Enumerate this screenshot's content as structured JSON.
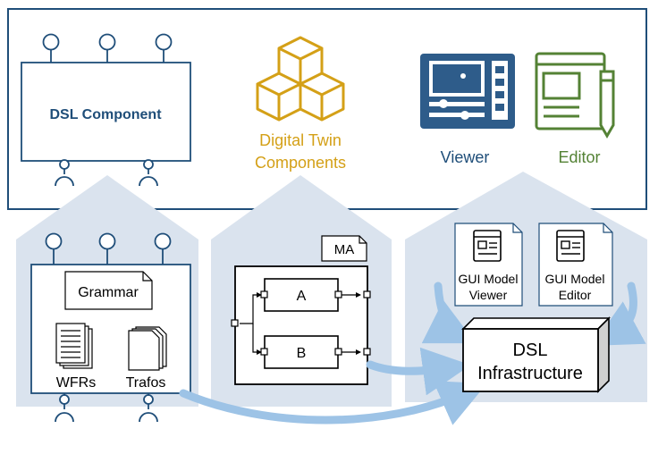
{
  "top_panel": {
    "dsl_component": "DSL Component",
    "digital_twin_line1": "Digital Twin",
    "digital_twin_line2": "Components",
    "viewer": "Viewer",
    "editor": "Editor"
  },
  "left_house": {
    "grammar": "Grammar",
    "wfrs": "WFRs",
    "trafos": "Trafos"
  },
  "middle_house": {
    "ma": "MA",
    "a": "A",
    "b": "B"
  },
  "right_house": {
    "gui_viewer_line1": "GUI Model",
    "gui_viewer_line2": "Viewer",
    "gui_editor_line1": "GUI Model",
    "gui_editor_line2": "Editor"
  },
  "infrastructure": {
    "line1": "DSL",
    "line2": "Infrastructure"
  },
  "colors": {
    "dark_blue": "#1f4e79",
    "light_blue_bg": "#dae3ee",
    "arrow_blue": "#9dc3e6",
    "gold": "#d4a017",
    "green": "#548235",
    "viewer_blue": "#2e5c8a"
  }
}
